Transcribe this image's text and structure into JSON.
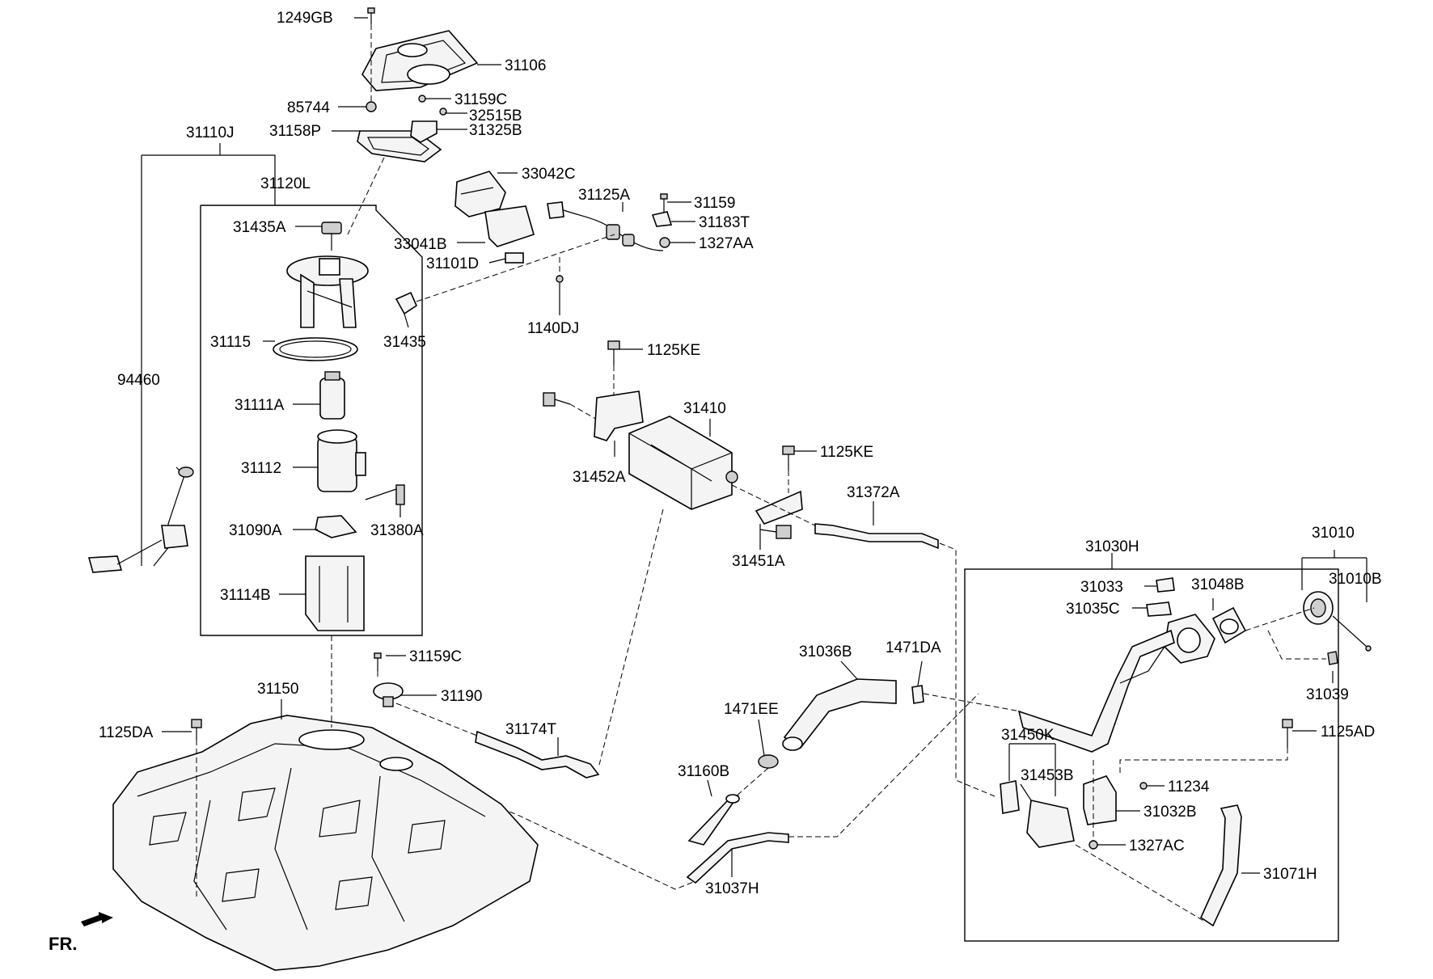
{
  "labels": {
    "p1249GB": "1249GB",
    "p31106": "31106",
    "p85744": "85744",
    "p31159C_top": "31159C",
    "p32515B": "32515B",
    "p31158P": "31158P",
    "p31325B": "31325B",
    "p31110J": "31110J",
    "p31120L": "31120L",
    "p33042C": "33042C",
    "p31125A": "31125A",
    "p31159": "31159",
    "p31183T": "31183T",
    "p31435A": "31435A",
    "p33041B": "33041B",
    "p1327AA": "1327AA",
    "p31101D": "31101D",
    "p31435": "31435",
    "p1140DJ": "1140DJ",
    "p31115": "31115",
    "p94460": "94460",
    "p1125KE_a": "1125KE",
    "p31111A": "31111A",
    "p31410": "31410",
    "p1125KE_b": "1125KE",
    "p31112": "31112",
    "p31452A": "31452A",
    "p31372A": "31372A",
    "p31090A": "31090A",
    "p31380A": "31380A",
    "p31010": "31010",
    "p31030H": "31030H",
    "p31451A": "31451A",
    "p31010B": "31010B",
    "p31033": "31033",
    "p31048B": "31048B",
    "p31114B": "31114B",
    "p31035C": "31035C",
    "p31036B": "31036B",
    "p1471DA": "1471DA",
    "p31159C_mid": "31159C",
    "p31150": "31150",
    "p31190": "31190",
    "p31039": "31039",
    "p1471EE": "1471EE",
    "p1125DA": "1125DA",
    "p31174T": "31174T",
    "p1125AD": "1125AD",
    "p31450K": "31450K",
    "p31160B": "31160B",
    "p31453B": "31453B",
    "p11234": "11234",
    "p31032B": "31032B",
    "p1327AC": "1327AC",
    "p31071H": "31071H",
    "p31037H": "31037H",
    "fr": "FR."
  }
}
